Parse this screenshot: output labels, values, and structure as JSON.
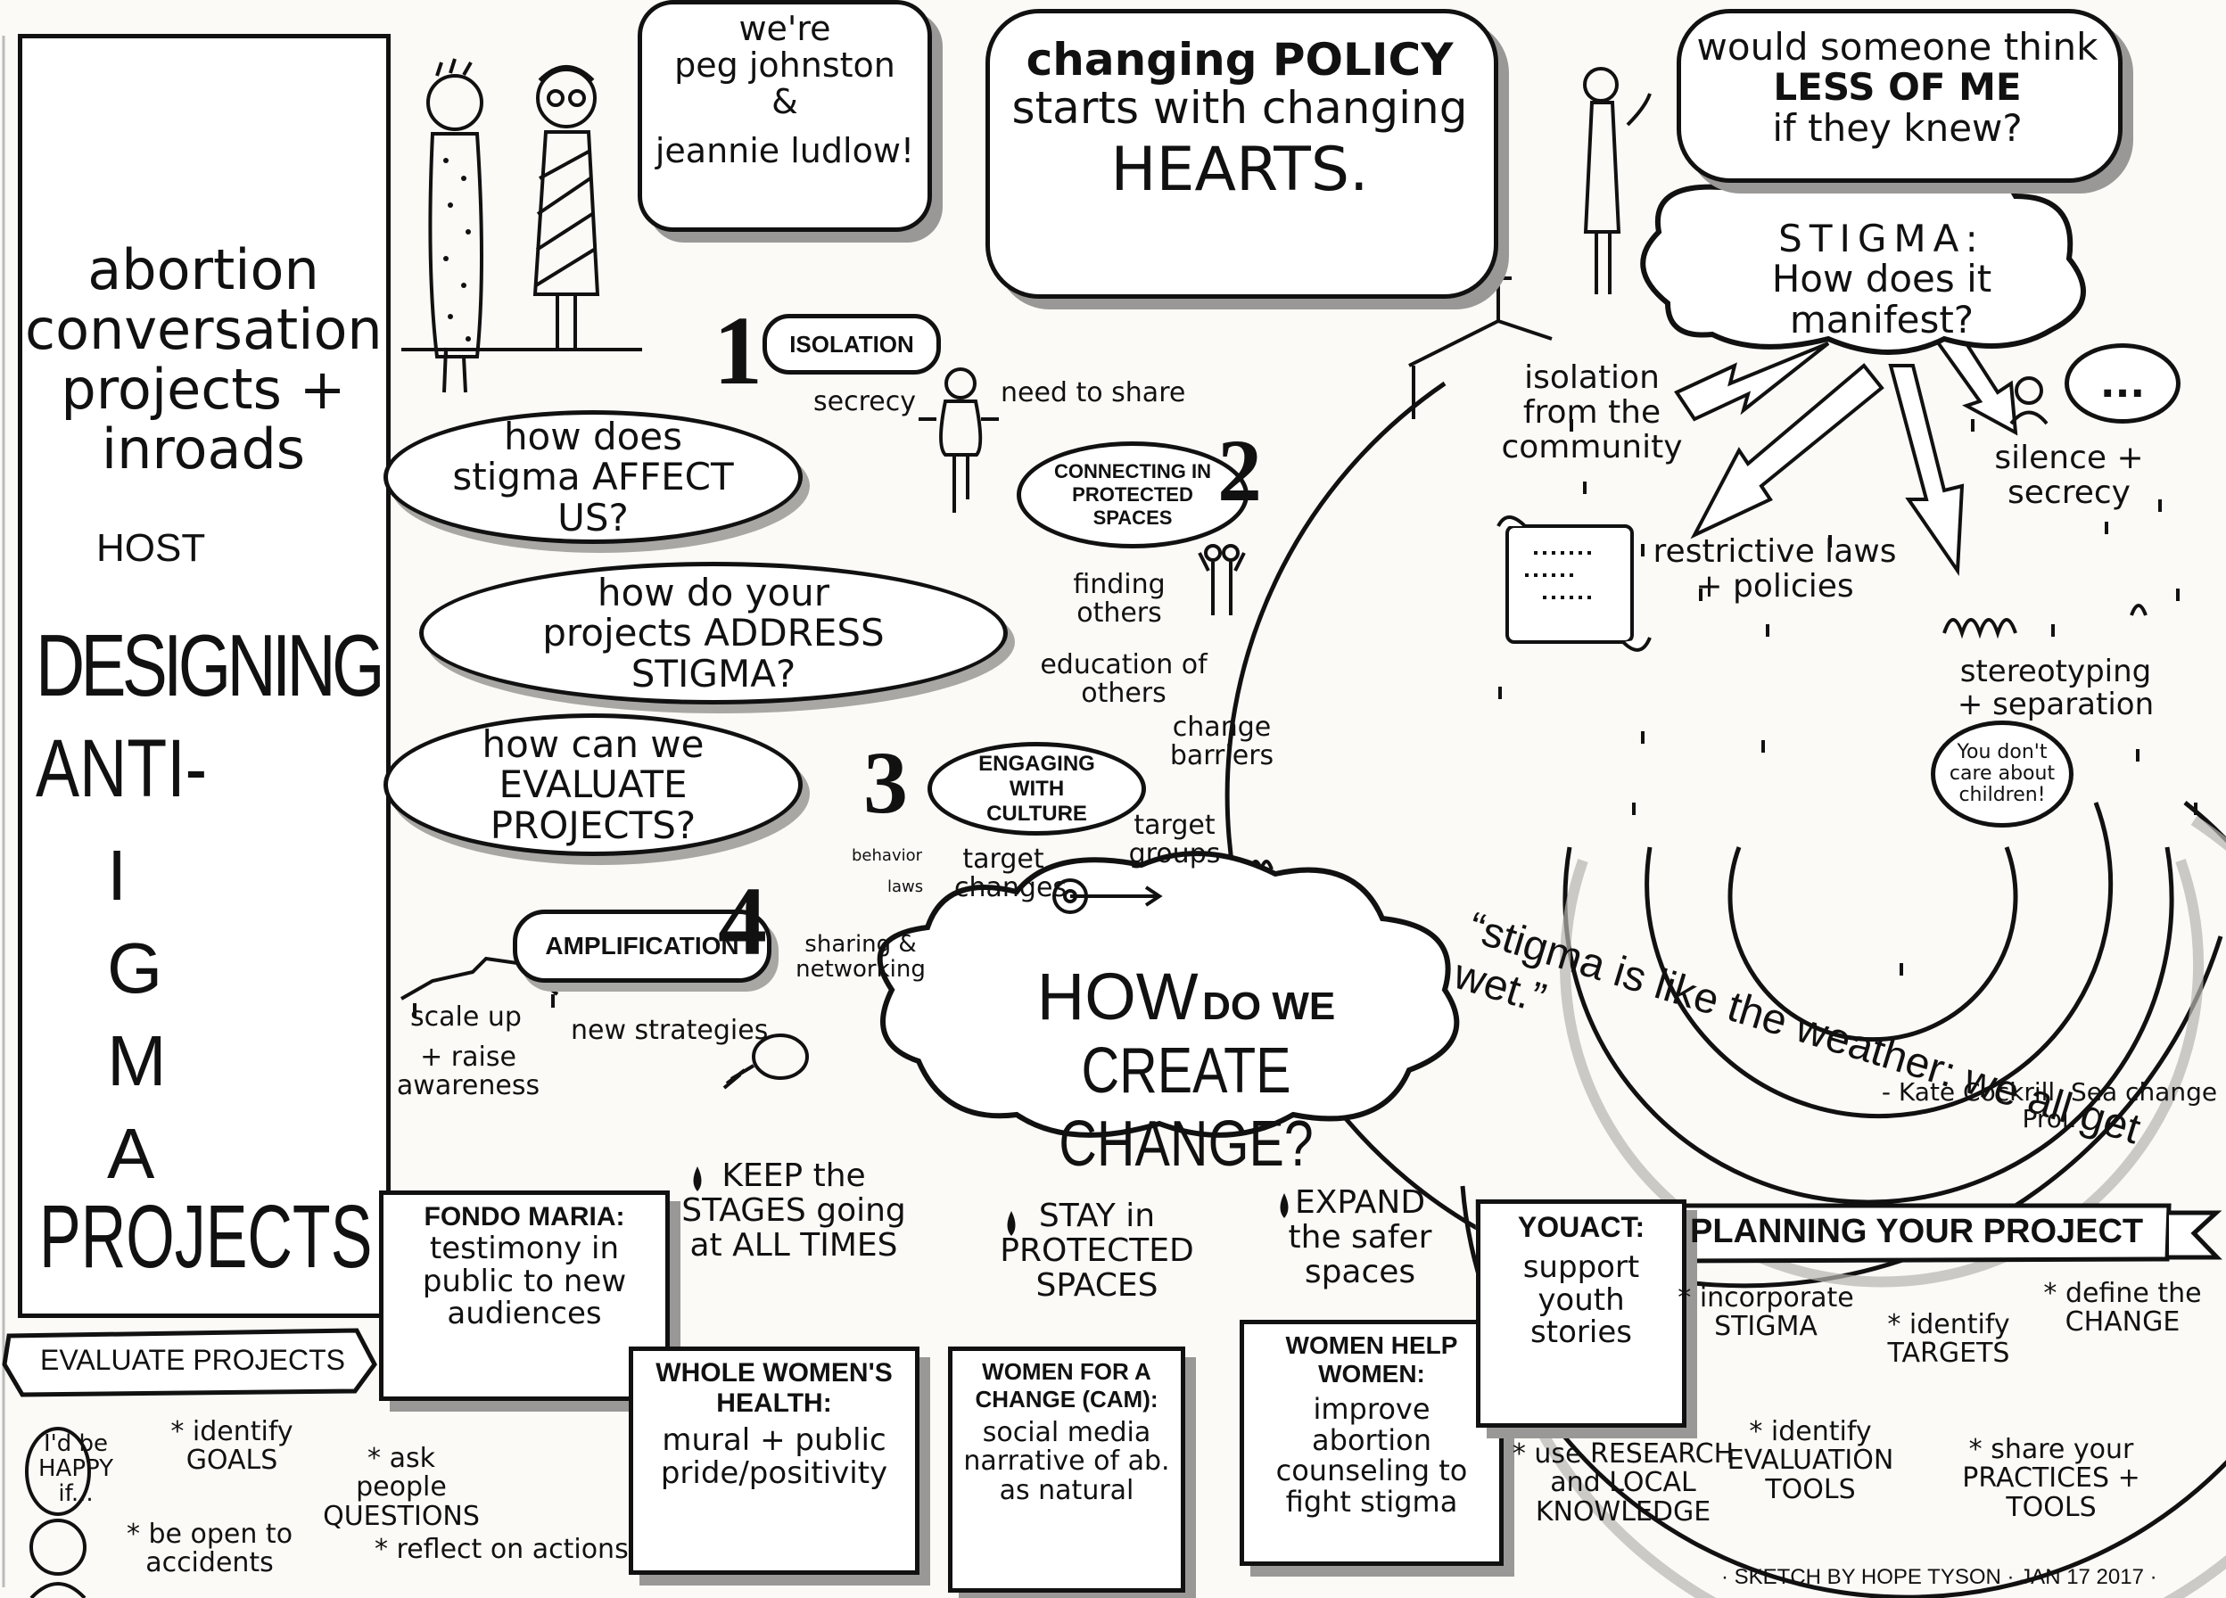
{
  "sidebar": {
    "title_lines": [
      "abortion",
      "conversation",
      "projects +",
      "inroads"
    ],
    "host": "HOST",
    "big_word_1": "DESIGNING",
    "big_word_2": "ANTI-",
    "stigma_letters": [
      "I",
      "G",
      "M",
      "A"
    ],
    "big_word_3": "PROJECTS"
  },
  "intro": {
    "presenters": [
      "we're",
      "peg johnston",
      "&",
      "jeannie ludlow!"
    ],
    "policy_quote": [
      "changing POLICY",
      "starts with changing",
      "HEARTS."
    ]
  },
  "questions": [
    "how does stigma AFFECT US?",
    "how do your projects ADDRESS STIGMA?",
    "how can we EVALUATE PROJECTS?"
  ],
  "steps": [
    {
      "number": "1",
      "label": "ISOLATION"
    },
    {
      "number": "2",
      "label": "CONNECTING IN PROTECTED SPACES"
    },
    {
      "number": "3",
      "label": "ENGAGING WITH CULTURE"
    },
    {
      "number": "4",
      "label": "AMPLIFICATION"
    }
  ],
  "step_notes": {
    "secrecy": "secrecy",
    "need_to_share": "need to share",
    "finding_others": "finding others",
    "education": "education of others",
    "change_barriers": "change barriers",
    "target_groups": "target groups",
    "behavior": "behavior",
    "laws": "laws",
    "target_changes": "target changes",
    "sharing_networking": "sharing & networking",
    "scale_up": "scale up",
    "raise_awareness": "+ raise awareness",
    "new_strategies": "new strategies"
  },
  "center_cloud": {
    "line1": "HOW",
    "line1b": "DO WE",
    "line2": "CREATE CHANGE?"
  },
  "stigma": {
    "thought": [
      "would someone think",
      "LESS OF ME",
      "if they knew?"
    ],
    "cloud": [
      "STIGMA:",
      "How does it manifest?"
    ],
    "manifestations": {
      "isolation": "isolation from the community",
      "silence": "silence + secrecy",
      "laws": "restrictive laws + policies",
      "stereotyping": "stereotyping + separation",
      "bubble": "You don't care about children!",
      "ellipsis": "..."
    },
    "quote": "“stigma is like the weather: we all get wet.”",
    "attribution": "- Kate Cockrill, Sea change Proj."
  },
  "practices": {
    "keep": "KEEP the STAGES going at ALL TIMES",
    "stay": "STAY in PROTECTED SPACES",
    "expand": "EXPAND the safer spaces"
  },
  "projects": [
    {
      "title": "FONDO MARIA:",
      "body": "testimony in public to new audiences"
    },
    {
      "title": "WHOLE WOMEN'S HEALTH:",
      "body": "mural + public pride/positivity"
    },
    {
      "title": "WOMEN for a CHANGE (cam):",
      "body": "social media narrative of ab. as natural"
    },
    {
      "title": "WOMEN HELP WOMEN:",
      "body": "improve abortion counseling to fight stigma"
    },
    {
      "title": "YOUACT:",
      "body": "support youth stories"
    }
  ],
  "evaluate": {
    "banner": "EVALUATE PROJECTS",
    "bubble": "I'd be HAPPY if...",
    "items": [
      "* identify GOALS",
      "* ask people QUESTIONS",
      "* be open to accidents",
      "* reflect on actions"
    ]
  },
  "planning": {
    "banner": "PLANNING YOUR PROJECT",
    "items": [
      "* incorporate STIGMA",
      "* identify TARGETS",
      "* define the CHANGE",
      "* use RESEARCH and LOCAL KNOWLEDGE",
      "* identify EVALUATION TOOLS",
      "* share your PRACTICES + TOOLS"
    ]
  },
  "credit": "· SKETCH BY HOPE TYSON · JAN 17 2017 ·",
  "colors": {
    "ink": "#111111",
    "shadow": "#9a9896",
    "paper": "#fbfaf7"
  }
}
